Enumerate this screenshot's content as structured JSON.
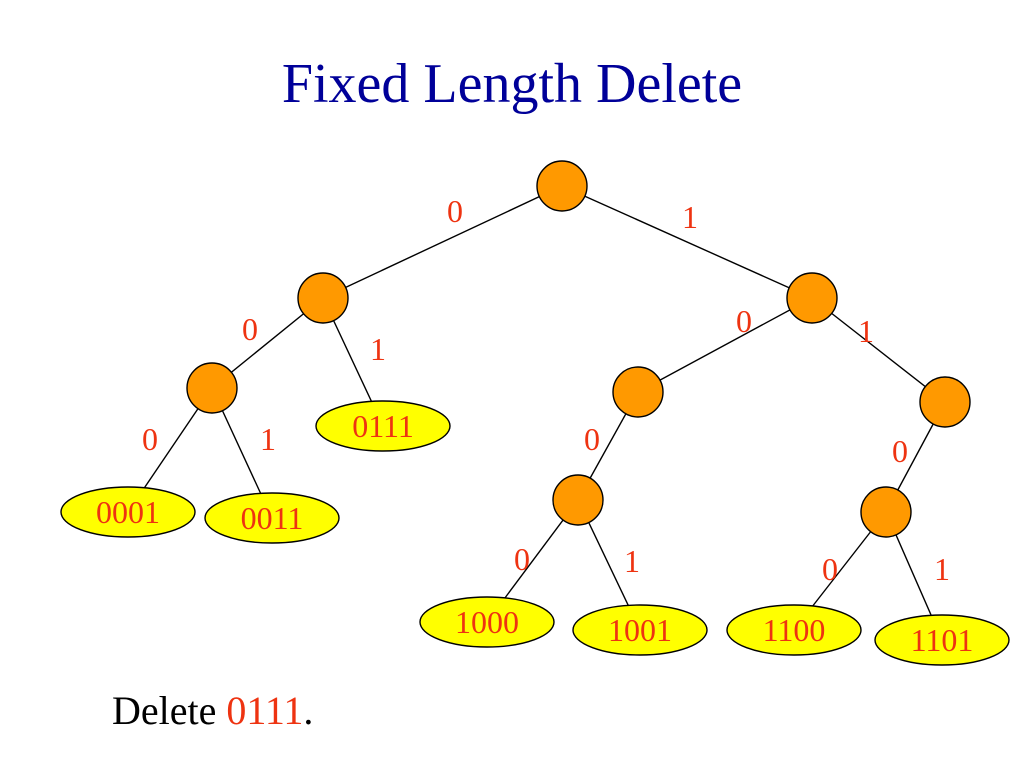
{
  "title": "Fixed Length Delete",
  "colors": {
    "title": "#000099",
    "edge_label": "#ee3311",
    "internal_node_fill": "#ff9900",
    "leaf_fill": "#ffff00",
    "stroke": "#000000"
  },
  "tree": {
    "internal_nodes": [
      {
        "id": "root"
      },
      {
        "id": "n0"
      },
      {
        "id": "n1"
      },
      {
        "id": "n00"
      },
      {
        "id": "n10"
      },
      {
        "id": "n11"
      },
      {
        "id": "n100"
      },
      {
        "id": "n110"
      }
    ],
    "leaves": [
      {
        "id": "l0001",
        "label": "0001"
      },
      {
        "id": "l0011",
        "label": "0011"
      },
      {
        "id": "l0111",
        "label": "0111"
      },
      {
        "id": "l1000",
        "label": "1000"
      },
      {
        "id": "l1001",
        "label": "1001"
      },
      {
        "id": "l1100",
        "label": "1100"
      },
      {
        "id": "l1101",
        "label": "1101"
      }
    ],
    "edges": [
      {
        "from": "root",
        "to": "n0",
        "label": "0"
      },
      {
        "from": "root",
        "to": "n1",
        "label": "1"
      },
      {
        "from": "n0",
        "to": "n00",
        "label": "0"
      },
      {
        "from": "n0",
        "to": "l0111",
        "label": "1"
      },
      {
        "from": "n00",
        "to": "l0001",
        "label": "0"
      },
      {
        "from": "n00",
        "to": "l0011",
        "label": "1"
      },
      {
        "from": "n1",
        "to": "n10",
        "label": "0"
      },
      {
        "from": "n1",
        "to": "n11",
        "label": "1"
      },
      {
        "from": "n10",
        "to": "n100",
        "label": "0"
      },
      {
        "from": "n11",
        "to": "n110",
        "label": "0"
      },
      {
        "from": "n100",
        "to": "l1000",
        "label": "0"
      },
      {
        "from": "n100",
        "to": "l1001",
        "label": "1"
      },
      {
        "from": "n110",
        "to": "l1100",
        "label": "0"
      },
      {
        "from": "n110",
        "to": "l1101",
        "label": "1"
      }
    ]
  },
  "caption": {
    "prefix": "Delete ",
    "key": "0111",
    "suffix": "."
  }
}
